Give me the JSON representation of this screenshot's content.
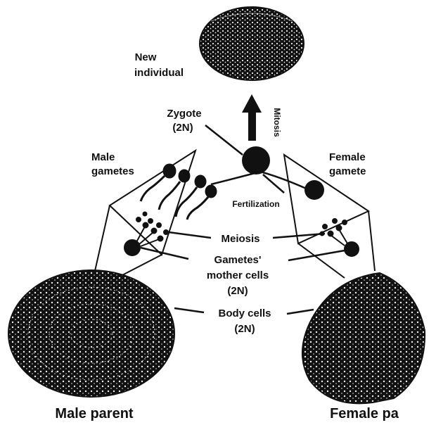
{
  "labels": {
    "new_individual_1": "New",
    "new_individual_2": "individual",
    "zygote_1": "Zygote",
    "zygote_2": "(2N)",
    "mitosis": "Mitosis",
    "male_gametes_1": "Male",
    "male_gametes_2": "gametes",
    "female_gamete_1": "Female",
    "female_gamete_2": "gamete",
    "fertilization": "Fertilization",
    "meiosis": "Meiosis",
    "mother_cells_1": "Gametes'",
    "mother_cells_2": "mother cells",
    "mother_cells_3": "(2N)",
    "body_cells_1": "Body cells",
    "body_cells_2": "(2N)",
    "male_parent": "Male parent",
    "female_parent": "Female pa"
  },
  "colors": {
    "ink": "#111111",
    "paper": "#ffffff",
    "speckle": "#f2f2f2"
  }
}
